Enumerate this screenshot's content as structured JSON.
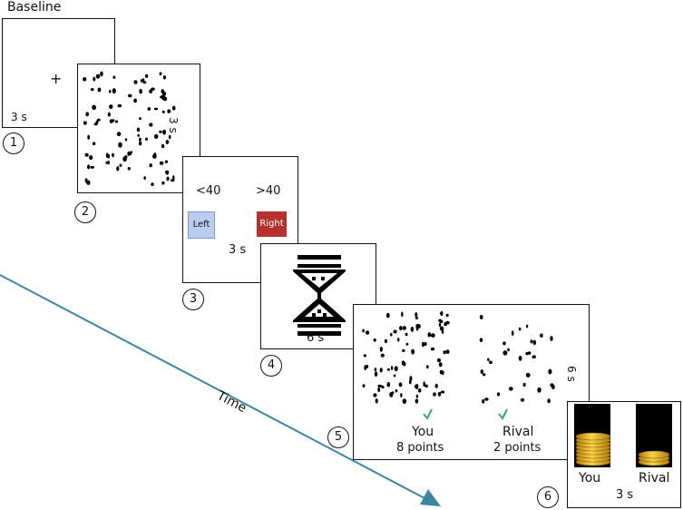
{
  "baseline": {
    "title": "Baseline",
    "fixation": "+",
    "duration": "3 s",
    "step": "1"
  },
  "dots_screen": {
    "duration": "3 s",
    "step": "2"
  },
  "choice_screen": {
    "less_label": "<40",
    "more_label": ">40",
    "left_button": "Left",
    "right_button": "Right",
    "duration": "3 s",
    "step": "3"
  },
  "wait_screen": {
    "duration": "6 s",
    "step": "4"
  },
  "feedback_screen": {
    "you_label": "You",
    "you_points": "8 points",
    "rival_label": "Rival",
    "rival_points": "2 points",
    "duration": "6 s",
    "step": "5"
  },
  "reward_screen": {
    "you_label": "You",
    "rival_label": "Rival",
    "duration": "3 s",
    "step": "6"
  },
  "time_axis": {
    "label": "Time"
  },
  "colors": {
    "arrow": "#3a86a2",
    "left_button": "#b9cdf3",
    "right_button": "#b8302e",
    "check": "#3aa873",
    "coin": "#e8b51c"
  }
}
